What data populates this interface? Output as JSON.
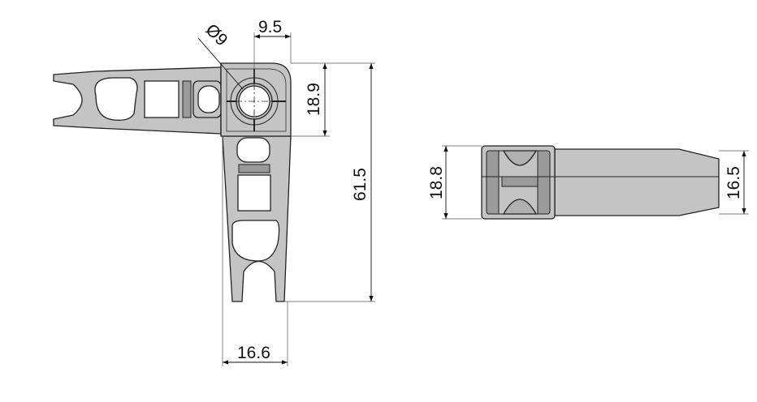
{
  "dimensions": {
    "hole_diameter": "Ø9",
    "hole_offset": "9.5",
    "corner_height": "18.9",
    "total_length": "61.5",
    "arm_width": "16.6",
    "side_height": "18.8",
    "tip_height": "16.5"
  }
}
